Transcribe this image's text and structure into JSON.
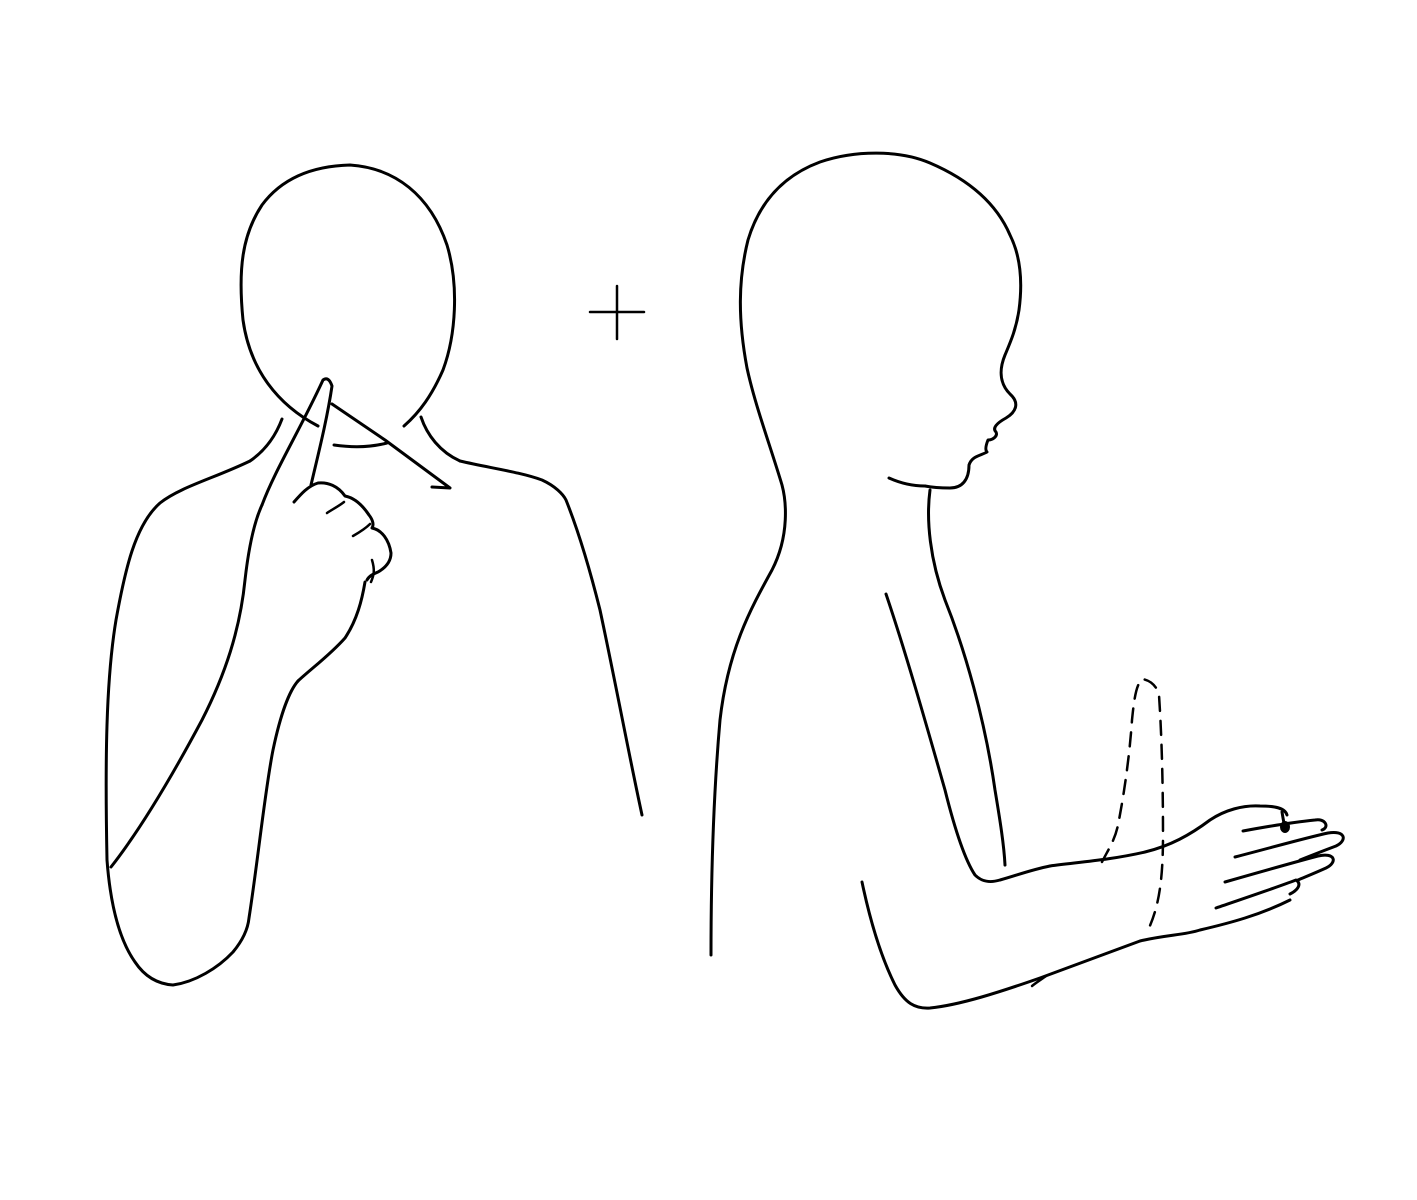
{
  "diagram": {
    "panels": [
      {
        "id": "front-view",
        "subject": "front-view-figure"
      },
      {
        "id": "side-view",
        "subject": "side-view-figure"
      }
    ],
    "connector_symbol": "+",
    "colors": {
      "background": "#ffffff",
      "line": "#000000"
    },
    "icons": [
      "plus-icon"
    ]
  }
}
